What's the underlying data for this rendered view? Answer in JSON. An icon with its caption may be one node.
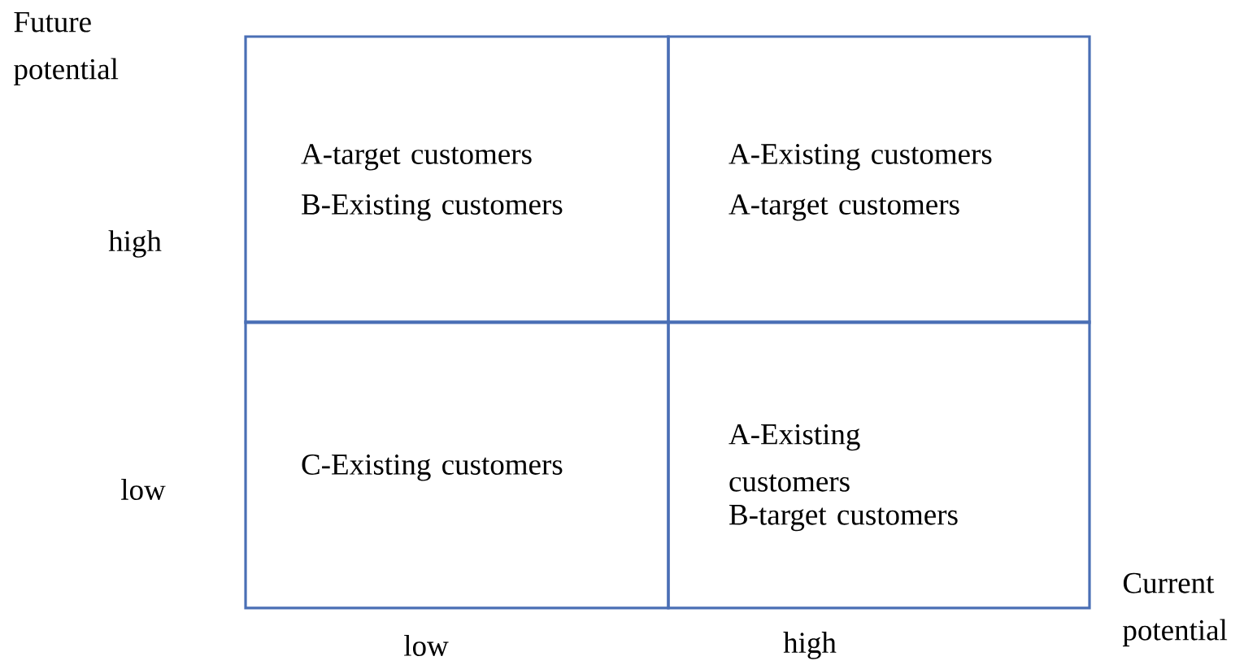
{
  "diagram": {
    "nodes": [
      {
        "text": [
          "A-target customers",
          "B-Existing customers"
        ]
      },
      {
        "text": [
          "A-Existing customers",
          "A-target customers"
        ]
      },
      {
        "text": [
          "C-Existing customers"
        ]
      },
      {
        "text": [
          "A-Existing customers",
          "B-target customers"
        ]
      }
    ],
    "labels": [
      "Future potential",
      "high",
      "low",
      "Current potential",
      "low",
      "high"
    ]
  }
}
